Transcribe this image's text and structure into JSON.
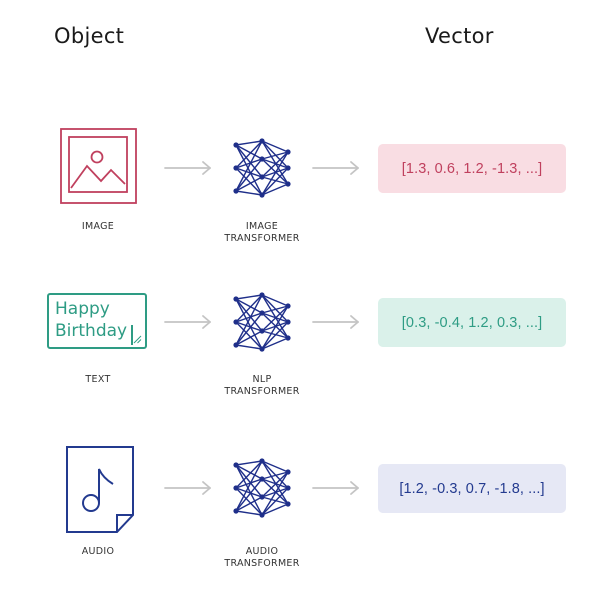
{
  "headers": {
    "object": "Object",
    "vector": "Vector"
  },
  "rows": [
    {
      "object_label": "IMAGE",
      "object_icon": "image-icon",
      "transformer_label_line1": "IMAGE",
      "transformer_label_line2": "TRANSFORMER",
      "vector": "[1.3, 0.6, 1.2, -1.3, ...]",
      "color": "#c0405e",
      "box_bg": "#f9dde3"
    },
    {
      "object_label": "TEXT",
      "object_icon": "text-box-icon",
      "text_line1": "Happy",
      "text_line2": "Birthday",
      "transformer_label_line1": "NLP",
      "transformer_label_line2": "TRANSFORMER",
      "vector": "[0.3, -0.4, 1.2, 0.3, ...]",
      "color": "#2e9c84",
      "box_bg": "#daf1ea"
    },
    {
      "object_label": "AUDIO",
      "object_icon": "audio-file-icon",
      "transformer_label_line1": "AUDIO",
      "transformer_label_line2": "TRANSFORMER",
      "vector": "[1.2, -0.3, 0.7, -1.8, ...]",
      "color": "#233a8f",
      "box_bg": "#e6e8f5"
    }
  ],
  "colors": {
    "arrow": "#c4c4c4",
    "network": "#1f2f8a"
  },
  "icons": {
    "arrow": "arrow-right-icon",
    "network": "neural-network-icon"
  }
}
